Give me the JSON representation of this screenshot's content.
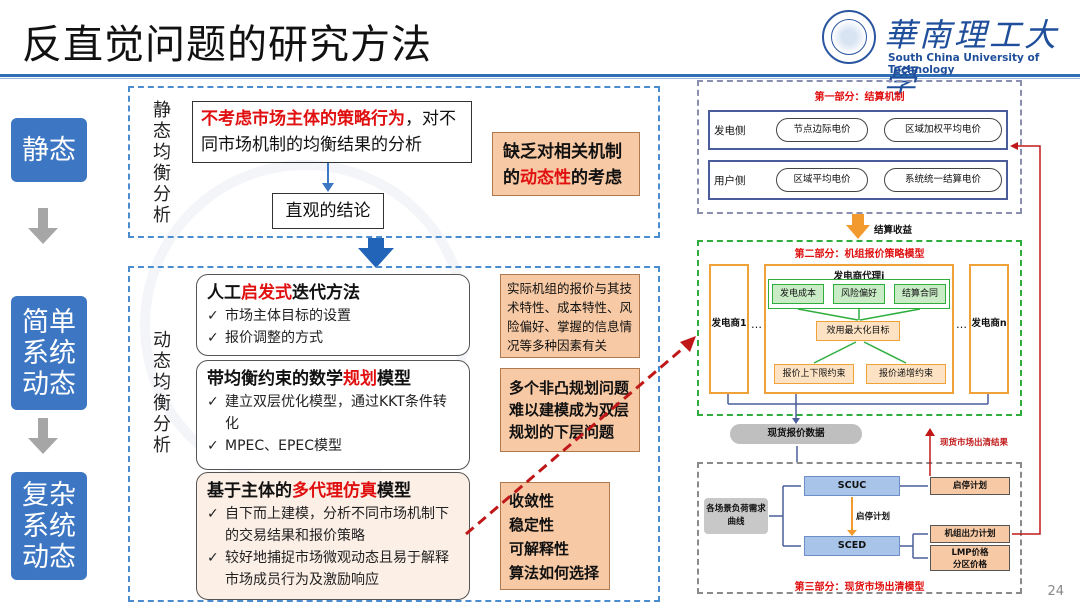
{
  "header": {
    "title": "反直觉问题的研究方法",
    "university_cn": "華南理工大學",
    "university_en": "South China University of Technology"
  },
  "stages": [
    "静态",
    "简单系统动态",
    "复杂系统动态"
  ],
  "static": {
    "side_label": "静态均衡分析",
    "text_red": "不考虑市场主体的策略行为",
    "text_rest": "，对不同市场机制的均衡结果的分析",
    "conclusion": "直观的结论",
    "lack_1": "缺乏对相关机制",
    "lack_2a": "的",
    "lack_red": "动态性",
    "lack_2b": "的考虑"
  },
  "dynamic": {
    "side_label": "动态均衡分析",
    "m1": {
      "t1": "人工",
      "t_red": "启发式",
      "t2": "迭代方法",
      "items": [
        "市场主体目标的设置",
        "报价调整的方式"
      ]
    },
    "m2": {
      "t1": "带均衡约束的数学",
      "t_red": "规划",
      "t2": "模型",
      "items": [
        "建立双层优化模型，通过KKT条件转化",
        "MPEC、EPEC模型"
      ]
    },
    "m3": {
      "t1": "基于主体的",
      "t_red": "多代理仿真",
      "t2": "模型",
      "items": [
        "自下而上建模，分析不同市场机制下的交易结果和报价策略",
        "较好地捕捉市场微观动态且易于解释市场成员行为及激励响应"
      ]
    },
    "note1": "实际机组的报价与其技术特性、成本特性、风险偏好、掌握的信息情况等多种因素有关",
    "note2": "多个非凸规划问题难以建模成为双层规划的下层问题",
    "note3": [
      "收敛性",
      "稳定性",
      "可解释性",
      "算法如何选择"
    ]
  },
  "diagram": {
    "part1": "第一部分：结算机制",
    "gen_side": "发电侧",
    "user_side": "用户侧",
    "lmp": "节点边际电价",
    "zone_avg": "区域加权平均电价",
    "region_avg": "区域平均电价",
    "sys_price": "系统统一结算电价",
    "settle_income": "结算收益",
    "part2": "第二部分：机组报价策略模型",
    "agent": "发电商代理i",
    "gen1": "发电商1",
    "genn": "发电商n",
    "dots": "…",
    "cost": "发电成本",
    "risk": "风险偏好",
    "contract": "结算合同",
    "maxobj": "效用最大化目标",
    "bid_limit": "报价上下限约束",
    "bid_inc": "报价递增约束",
    "spot_bid": "现货报价数据",
    "clear_result": "现货市场出清结果",
    "load": "各场景负荷需求曲线",
    "scuc": "SCUC",
    "sced": "SCED",
    "commit_mid": "启停计划",
    "commit": "启停计划",
    "output": "机组出力计划",
    "lmp_price": "LMP价格",
    "zone_price": "分区价格",
    "part3": "第三部分：现货市场出清模型"
  },
  "page_number": "24",
  "colors": {
    "accent": "#3d76c2",
    "red": "#e01010",
    "orange": "#f7c9a4",
    "green": "#2fae3e",
    "dash_blue": "#4a8cd0"
  }
}
